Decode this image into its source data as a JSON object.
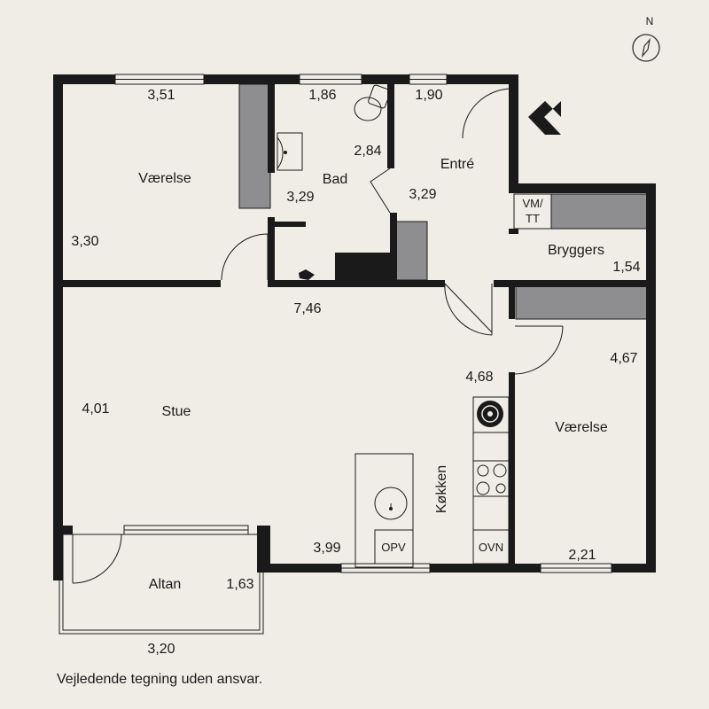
{
  "compass": {
    "north_label": "N"
  },
  "rooms": {
    "vaerelse_1": "Værelse",
    "bad": "Bad",
    "entre": "Entré",
    "bryggers": "Bryggers",
    "stue": "Stue",
    "vaerelse_2": "Værelse",
    "koekken": "Køkken",
    "altan": "Altan"
  },
  "dimensions": {
    "d_3_51": "3,51",
    "d_1_86": "1,86",
    "d_1_90": "1,90",
    "d_2_84": "2,84",
    "d_3_29_bad": "3,29",
    "d_3_29_entre": "3,29",
    "d_3_30": "3,30",
    "d_1_54": "1,54",
    "d_7_46": "7,46",
    "d_4_67": "4,67",
    "d_4_68": "4,68",
    "d_4_01": "4,01",
    "d_3_99": "3,99",
    "d_2_21": "2,21",
    "d_1_63": "1,63",
    "d_3_20": "3,20"
  },
  "appliances": {
    "vm_line1": "VM/",
    "vm_line2": "TT",
    "opv": "OPV",
    "ovn": "OVN"
  },
  "disclaimer": "Vejledende tegning uden ansvar."
}
